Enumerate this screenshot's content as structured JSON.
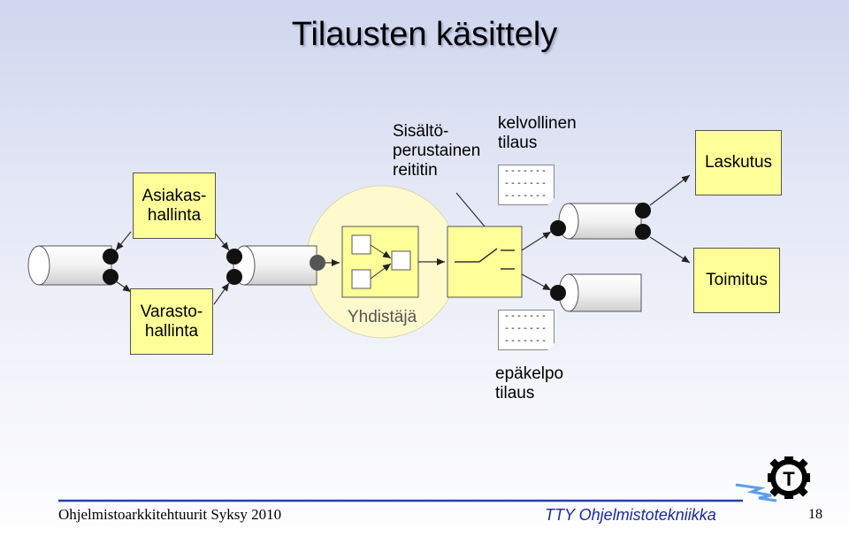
{
  "slide": {
    "title": "Tilausten käsittely"
  },
  "diagram": {
    "asiakashallinta": [
      "Asiakas-",
      "hallinta"
    ],
    "varastohallinta": [
      "Varasto-",
      "hallinta"
    ],
    "router_label": [
      "Sisältö-",
      "perustainen",
      "reititin"
    ],
    "valid_label": [
      "kelvollinen",
      "tilaus"
    ],
    "invalid_label": [
      "epäkelpo",
      "tilaus"
    ],
    "aggregator_label": "Yhdistäjä",
    "laskutus": "Laskutus",
    "toimitus": "Toimitus",
    "message_lines": [
      "-------",
      "-------",
      "-------"
    ]
  },
  "footer": {
    "course": "Ohjelmistoarkkitehtuurit Syksy 2010",
    "department": "TTY Ohjelmistotekniikka",
    "page": "18"
  },
  "colors": {
    "box_fill": "#ffff99",
    "footer_blue": "#1a2a9a",
    "aggregator_circle": "#fffacd"
  }
}
